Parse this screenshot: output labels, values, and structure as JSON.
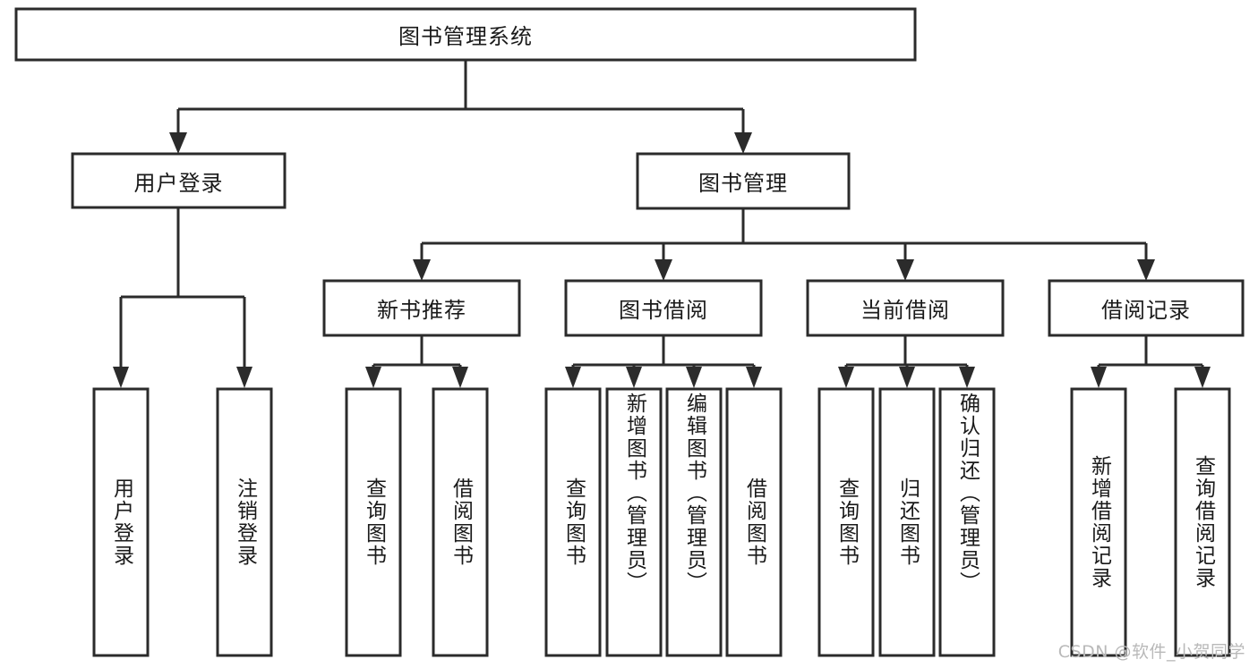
{
  "diagram": {
    "type": "tree",
    "title_node": {
      "id": "root",
      "label": "图书管理系统"
    },
    "level2": [
      {
        "id": "user-login",
        "label": "用户登录"
      },
      {
        "id": "book-management",
        "label": "图书管理"
      }
    ],
    "level3": [
      {
        "id": "new-book-recommend",
        "label": "新书推荐",
        "parent": "book-management"
      },
      {
        "id": "book-borrow",
        "label": "图书借阅",
        "parent": "book-management"
      },
      {
        "id": "current-borrow",
        "label": "当前借阅",
        "parent": "book-management"
      },
      {
        "id": "borrow-record",
        "label": "借阅记录",
        "parent": "book-management"
      }
    ],
    "leaves": [
      {
        "id": "leaf-user-login",
        "label": "用户登录",
        "parent": "user-login"
      },
      {
        "id": "leaf-logout-login",
        "label": "注销登录",
        "parent": "user-login"
      },
      {
        "id": "leaf-query-book-1",
        "label": "查询图书",
        "parent": "new-book-recommend"
      },
      {
        "id": "leaf-borrow-book-1",
        "label": "借阅图书",
        "parent": "new-book-recommend"
      },
      {
        "id": "leaf-query-book-2",
        "label": "查询图书",
        "parent": "book-borrow"
      },
      {
        "id": "leaf-add-book",
        "label": "新增图书（管理员）",
        "parent": "book-borrow"
      },
      {
        "id": "leaf-edit-book",
        "label": "编辑图书（管理员）",
        "parent": "book-borrow"
      },
      {
        "id": "leaf-borrow-book-2",
        "label": "借阅图书",
        "parent": "book-borrow"
      },
      {
        "id": "leaf-query-book-3",
        "label": "查询图书",
        "parent": "current-borrow"
      },
      {
        "id": "leaf-return-book",
        "label": "归还图书",
        "parent": "current-borrow"
      },
      {
        "id": "leaf-confirm-return",
        "label": "确认归还（管理员）",
        "parent": "current-borrow"
      },
      {
        "id": "leaf-add-record",
        "label": "新增借阅记录",
        "parent": "borrow-record"
      },
      {
        "id": "leaf-query-record",
        "label": "查询借阅记录",
        "parent": "borrow-record"
      }
    ],
    "colors": {
      "stroke": "#2b2b2b",
      "fill": "#ffffff",
      "text": "#1a1a1a",
      "watermark": "#b9b9b9"
    }
  },
  "watermark": {
    "text": "CSDN @软件_小贺同学"
  }
}
